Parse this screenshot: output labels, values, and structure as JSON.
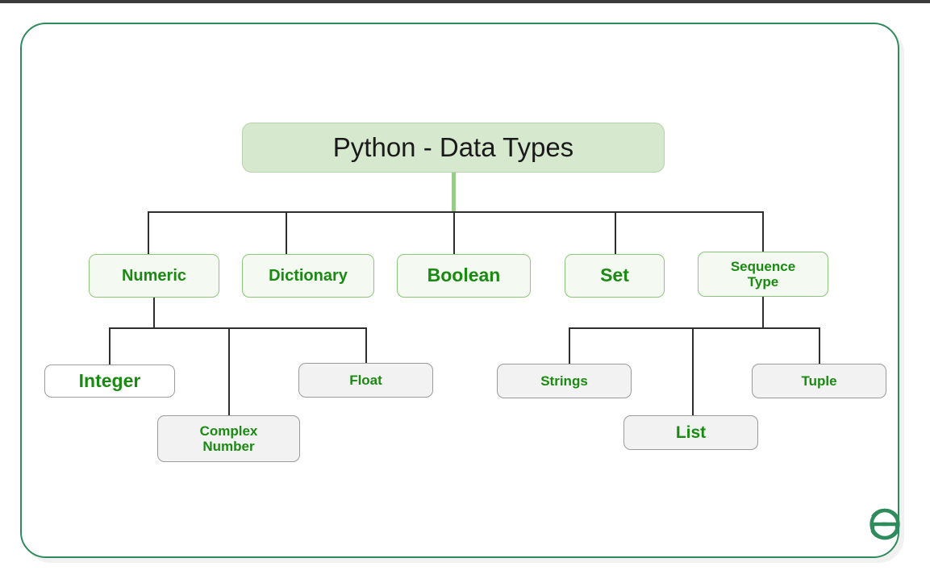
{
  "diagram": {
    "title": "Python - Data Types",
    "type": "hierarchy-tree",
    "root": {
      "label": "Python - Data Types"
    },
    "level2": [
      {
        "label": "Numeric"
      },
      {
        "label": "Dictionary"
      },
      {
        "label": "Boolean"
      },
      {
        "label": "Set"
      },
      {
        "label": "Sequence Type"
      }
    ],
    "numeric_children": [
      {
        "label": "Integer"
      },
      {
        "label": "Complex Number"
      },
      {
        "label": "Float"
      }
    ],
    "sequence_children": [
      {
        "label": "Strings"
      },
      {
        "label": "List"
      },
      {
        "label": "Tuple"
      }
    ],
    "colors": {
      "root_fill": "#d6e8cd",
      "root_border": "#b6d2a8",
      "level2_fill": "#f4faf1",
      "level2_border": "#8fc47e",
      "level3_fill": "#f2f2f2",
      "level3_border": "#9a9a9a",
      "highlight_fill": "#ffffff",
      "text_green": "#1a8a12",
      "frame_border": "#2f8b5c",
      "connector": "#2e2e2e",
      "root_stem": "#9acb8d",
      "logo_green": "#2f8b5c",
      "top_rule": "#3c3c3c"
    }
  },
  "branding": {
    "logo_label": "GeeksforGeeks"
  }
}
